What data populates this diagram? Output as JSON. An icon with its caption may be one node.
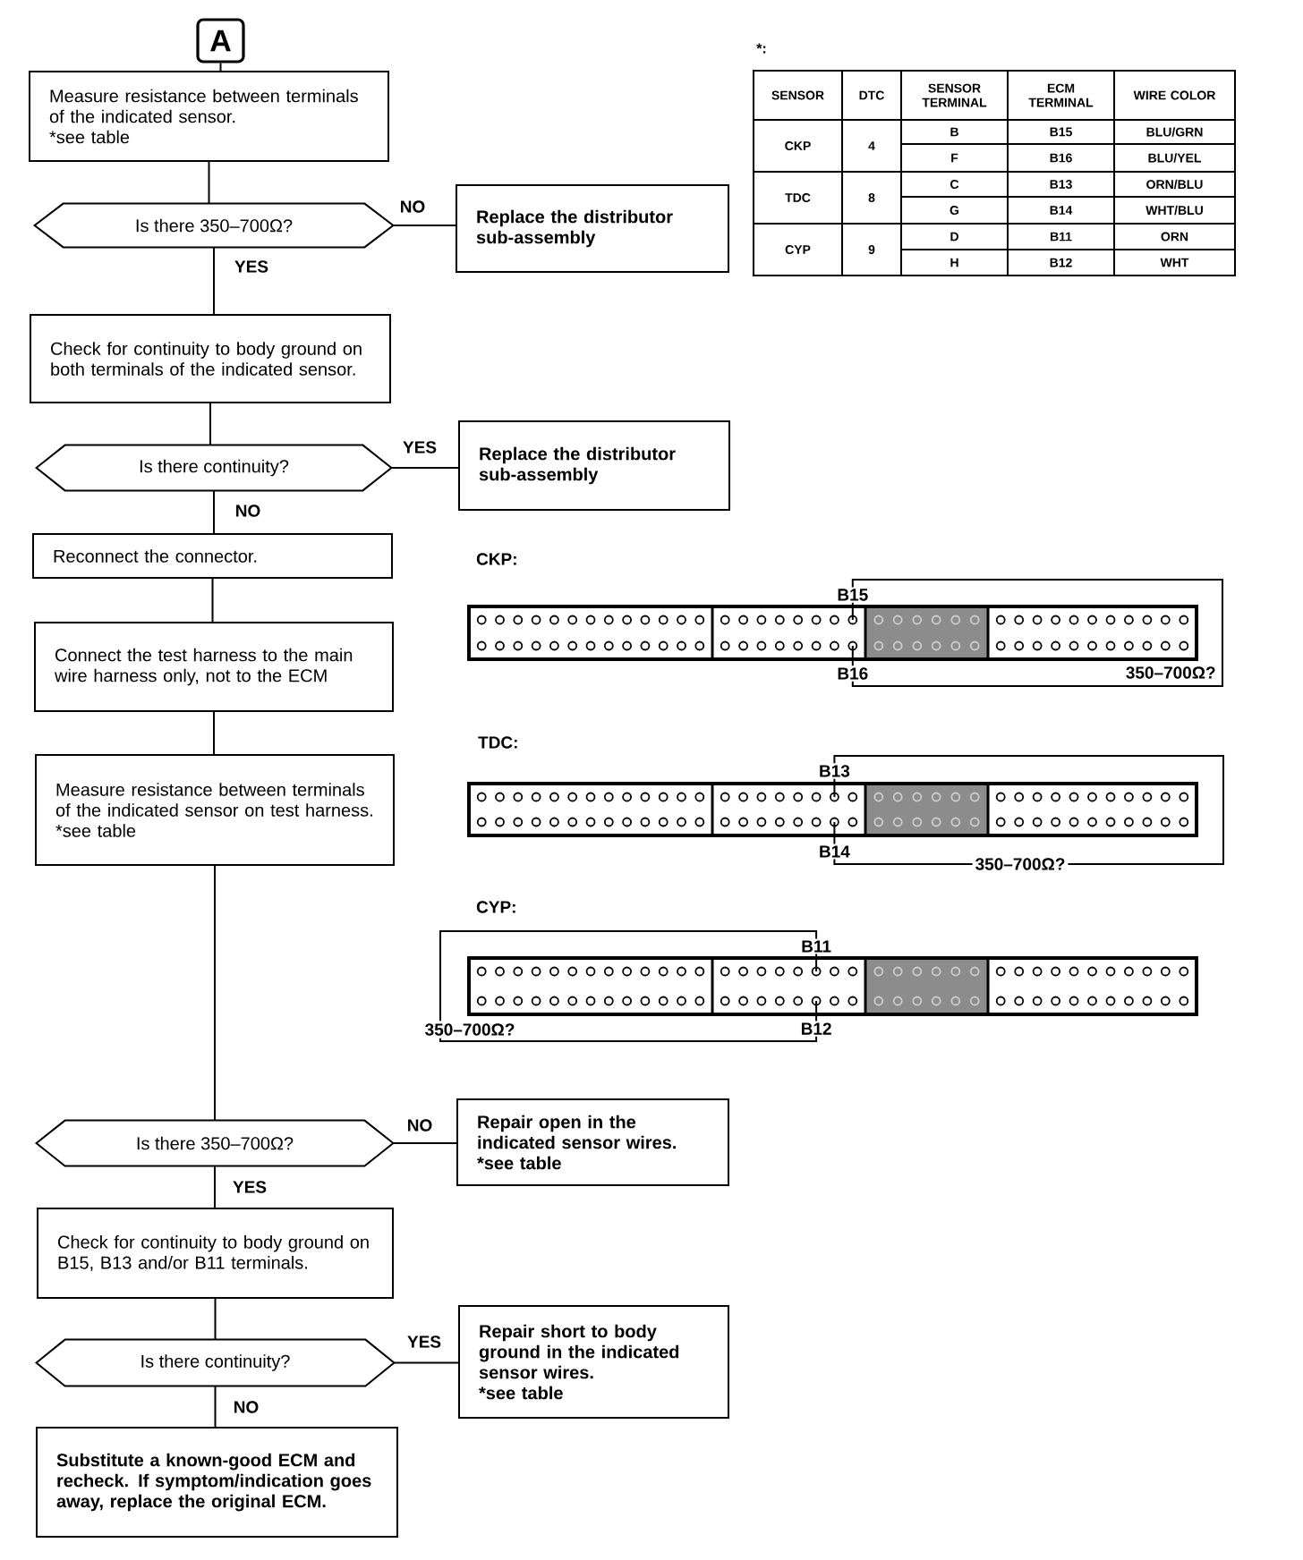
{
  "diagram": {
    "nodes": [
      {
        "text": [
          "A"
        ]
      },
      {
        "text": [
          "Measure resistance between terminals of the indicated sensor.",
          "*see table"
        ]
      },
      {
        "text": [
          "Is there 350–700Ω?"
        ]
      },
      {
        "text": [
          "Replace the distributor sub-assembly"
        ]
      },
      {
        "text": [
          "Check for continuity to body ground on both terminals of the indicated sensor."
        ]
      },
      {
        "text": [
          "Is there continuity?"
        ]
      },
      {
        "text": [
          "Replace the distributor sub-assembly"
        ]
      },
      {
        "text": [
          "Reconnect the connector."
        ]
      },
      {
        "text": [
          "Connect the test harness to the main wire harness only, not to the ECM"
        ]
      },
      {
        "text": [
          "Measure resistance between terminals of the indicated sensor on test harness.",
          "*see table"
        ]
      },
      {
        "text": [
          "Is there 350–700Ω?"
        ]
      },
      {
        "text": [
          "Repair open in the indicated sensor wires.",
          "*see table"
        ]
      },
      {
        "text": [
          "Check for continuity to body ground on B15, B13 and/or B11 terminals."
        ]
      },
      {
        "text": [
          "Is there continuity?"
        ]
      },
      {
        "text": [
          "Repair short to body ground in the indicated sensor wires.",
          "*see table"
        ]
      },
      {
        "text": [
          "Substitute a known-good ECM and recheck. If symptom/indication goes away, replace the original ECM."
        ]
      }
    ],
    "edges": [
      {
        "from": 0,
        "to": 1,
        "arrow": "none"
      },
      {
        "from": 1,
        "to": 2,
        "arrow": "none"
      },
      {
        "from": 2,
        "to": 3,
        "arrow": "none",
        "label": "NO"
      },
      {
        "from": 2,
        "to": 4,
        "arrow": "none",
        "label": "YES"
      },
      {
        "from": 4,
        "to": 5,
        "arrow": "none"
      },
      {
        "from": 5,
        "to": 6,
        "arrow": "none",
        "label": "YES"
      },
      {
        "from": 5,
        "to": 7,
        "arrow": "none",
        "label": "NO"
      },
      {
        "from": 7,
        "to": 8,
        "arrow": "none"
      },
      {
        "from": 8,
        "to": 9,
        "arrow": "none"
      },
      {
        "from": 9,
        "to": 10,
        "arrow": "none"
      },
      {
        "from": 10,
        "to": 11,
        "arrow": "none",
        "label": "NO"
      },
      {
        "from": 10,
        "to": 12,
        "arrow": "none",
        "label": "YES"
      },
      {
        "from": 12,
        "to": 13,
        "arrow": "none"
      },
      {
        "from": 13,
        "to": 14,
        "arrow": "none",
        "label": "YES"
      },
      {
        "from": 13,
        "to": 15,
        "arrow": "none",
        "label": "NO"
      }
    ],
    "labels": [
      "*:",
      "SENSOR",
      "DTC",
      "SENSOR TERMINAL",
      "ECM TERMINAL",
      "WIRE COLOR",
      "CKP",
      "4",
      "B",
      "B15",
      "BLU/GRN",
      "F",
      "B16",
      "BLU/YEL",
      "TDC",
      "8",
      "C",
      "B13",
      "ORN/BLU",
      "G",
      "B14",
      "WHT/BLU",
      "CYP",
      "9",
      "D",
      "B11",
      "ORN",
      "H",
      "B12",
      "WHT",
      "CKP:",
      "B15",
      "B16",
      "350–700Ω?",
      "TDC:",
      "B13",
      "B14",
      "350–700Ω?",
      "CYP:",
      "B11",
      "350–700Ω?",
      "B12"
    ]
  }
}
